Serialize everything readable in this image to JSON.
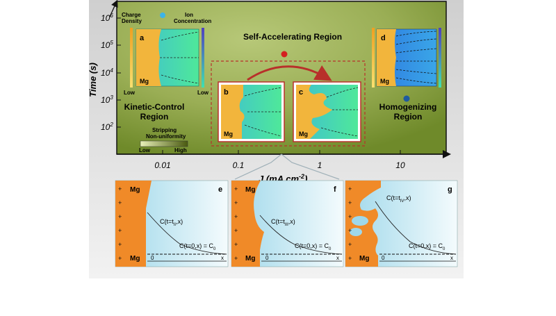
{
  "plot": {
    "y_axis_title": "Time (s)",
    "x_axis_title": "J (mA cm",
    "x_axis_sup": "-2",
    "x_axis_close": ")",
    "y_ticks": [
      "10",
      "10",
      "10",
      "10",
      "10"
    ],
    "y_tick_exps": [
      "6",
      "5",
      "4",
      "3",
      "2"
    ],
    "x_ticks": [
      "0.01",
      "0.1",
      "1",
      "10"
    ],
    "regions": {
      "self_accelerating": "Self-Accelerating Region",
      "kinetic_control_line1": "Kinetic-Control",
      "kinetic_control_line2": "Region",
      "homogenizing_line1": "Homogenizing",
      "homogenizing_line2": "Region"
    },
    "legend": {
      "charge_density_line1": "Charge",
      "charge_density_line2": "Density",
      "ion_concentration_line1": "Ion",
      "ion_concentration_line2": "Concentration",
      "low_left": "Low",
      "low_right": "Low",
      "stripping_line1": "Stripping",
      "stripping_line2": "Non-uniformity",
      "stripping_low": "Low",
      "stripping_high": "High"
    },
    "panels": {
      "a": {
        "label": "a",
        "metal": "Mg"
      },
      "b": {
        "label": "b",
        "metal": "Mg"
      },
      "c": {
        "label": "c",
        "metal": "Mg"
      },
      "d": {
        "label": "d",
        "metal": "Mg"
      }
    }
  },
  "bottom_panels": {
    "e": {
      "label": "e",
      "metal_top": "Mg",
      "metal_bottom": "Mg",
      "curve_label": "C(t=t",
      "curve_sub": "II",
      "curve_end": ",x)",
      "baseline_label": "C(t=0,x) = C",
      "baseline_sub": "0",
      "origin": "0",
      "x_label": "x"
    },
    "f": {
      "label": "f",
      "metal_top": "Mg",
      "metal_bottom": "Mg",
      "curve_label": "C(t=t",
      "curve_sub": "III",
      "curve_end": ",x)",
      "baseline_label": "C(t=0,x) = C",
      "baseline_sub": "0",
      "origin": "0",
      "x_label": "x"
    },
    "g": {
      "label": "g",
      "metal_bottom": "Mg",
      "curve_label": "C(t=t",
      "curve_sub": "IV",
      "curve_end": ",x)",
      "baseline_label": "C(t=0,x) = C",
      "baseline_sub": "0",
      "origin": "0",
      "x_label": "x"
    }
  },
  "colors": {
    "mg_gold": "#f2b53c",
    "mg_orange": "#f08a28",
    "frame_red": "#b8302a",
    "dot_red": "#d42020",
    "dot_blue_light": "#3cb4e8",
    "dot_blue_dark": "#1f5aa0"
  }
}
